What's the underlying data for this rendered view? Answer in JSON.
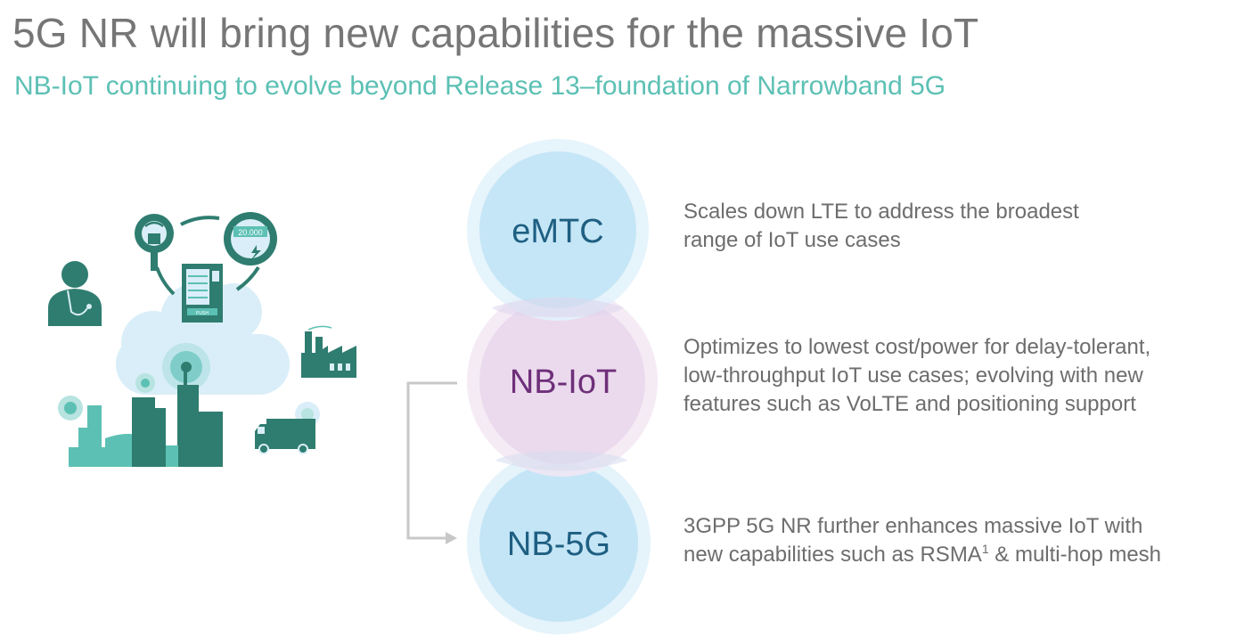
{
  "title": "5G NR will bring new capabilities for the massive IoT",
  "subtitle": "NB-IoT continuing to evolve beyond Release 13–foundation of Narrowband 5G",
  "circles": [
    {
      "label": "eMTC",
      "color": "#1e5f82"
    },
    {
      "label": "NB-IoT",
      "color": "#6e2f7a"
    },
    {
      "label": "NB-5G",
      "color": "#1e5f82"
    }
  ],
  "descriptions": {
    "emtc": {
      "line1": "Scales down LTE to address the broadest",
      "line2": "range of IoT use cases"
    },
    "nbiot": {
      "line1": "Optimizes to lowest cost/power for delay-tolerant,",
      "line2": "low-throughput IoT use cases; evolving with new",
      "line3": "features such as VoLTE and positioning support"
    },
    "nb5g": {
      "line1": "3GPP 5G NR further enhances massive IoT with",
      "line2_before": "new capabilities such as RSMA",
      "footnote": "1",
      "line2_after": " & multi-hop mesh"
    }
  },
  "illustration": {
    "meter_display": "20.000",
    "vending_label": "PUSH"
  },
  "colors": {
    "title": "#767676",
    "subtitle": "#5cc0b4",
    "teal_dark": "#2f7d70",
    "teal_light": "#5cc0b4",
    "cloud": "#d9eef8",
    "blue_ring": "#e2f2fb",
    "blue_fill": "#c3e5f6",
    "purple_ring": "#f3e8f3",
    "purple_fill": "#ead9ec"
  }
}
